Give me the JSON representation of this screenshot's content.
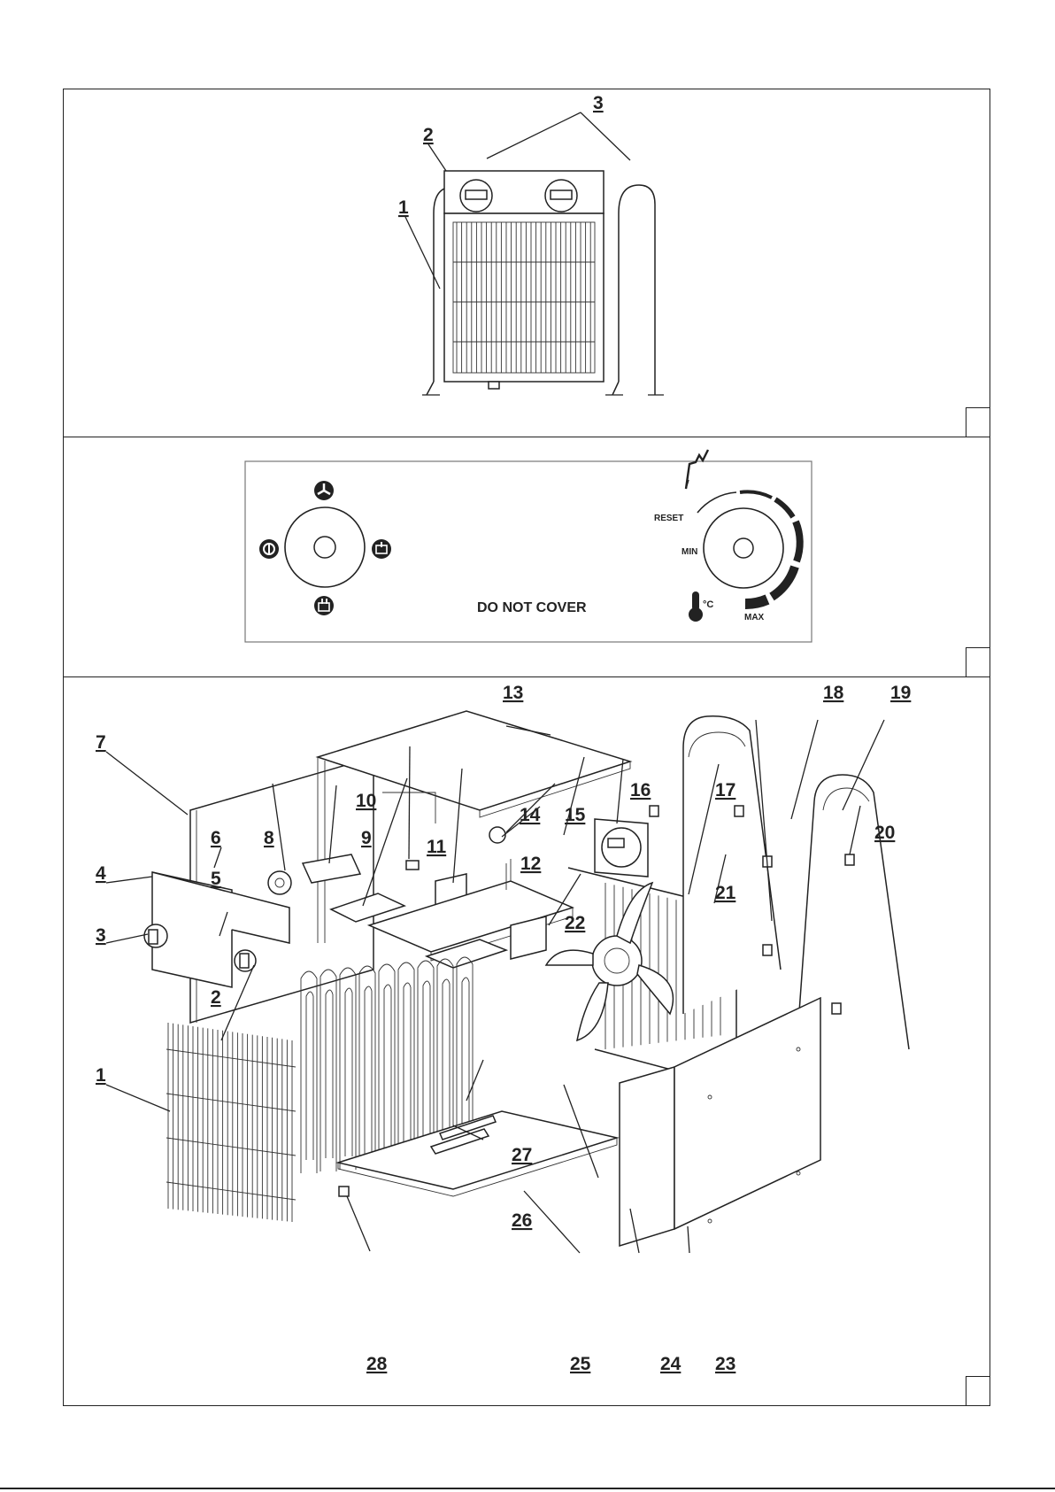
{
  "panel_top": {
    "callouts": [
      "1",
      "2",
      "3"
    ]
  },
  "panel_controls": {
    "warning_text": "DO NOT COVER",
    "reset_label": "RESET",
    "min_label": "MIN",
    "max_label": "MAX",
    "temp_unit": "°C"
  },
  "panel_exploded": {
    "callouts": [
      "1",
      "2",
      "3",
      "4",
      "5",
      "6",
      "7",
      "8",
      "9",
      "10",
      "11",
      "12",
      "13",
      "14",
      "15",
      "16",
      "17",
      "18",
      "19",
      "20",
      "21",
      "22",
      "23",
      "24",
      "25",
      "26",
      "27",
      "28"
    ]
  }
}
